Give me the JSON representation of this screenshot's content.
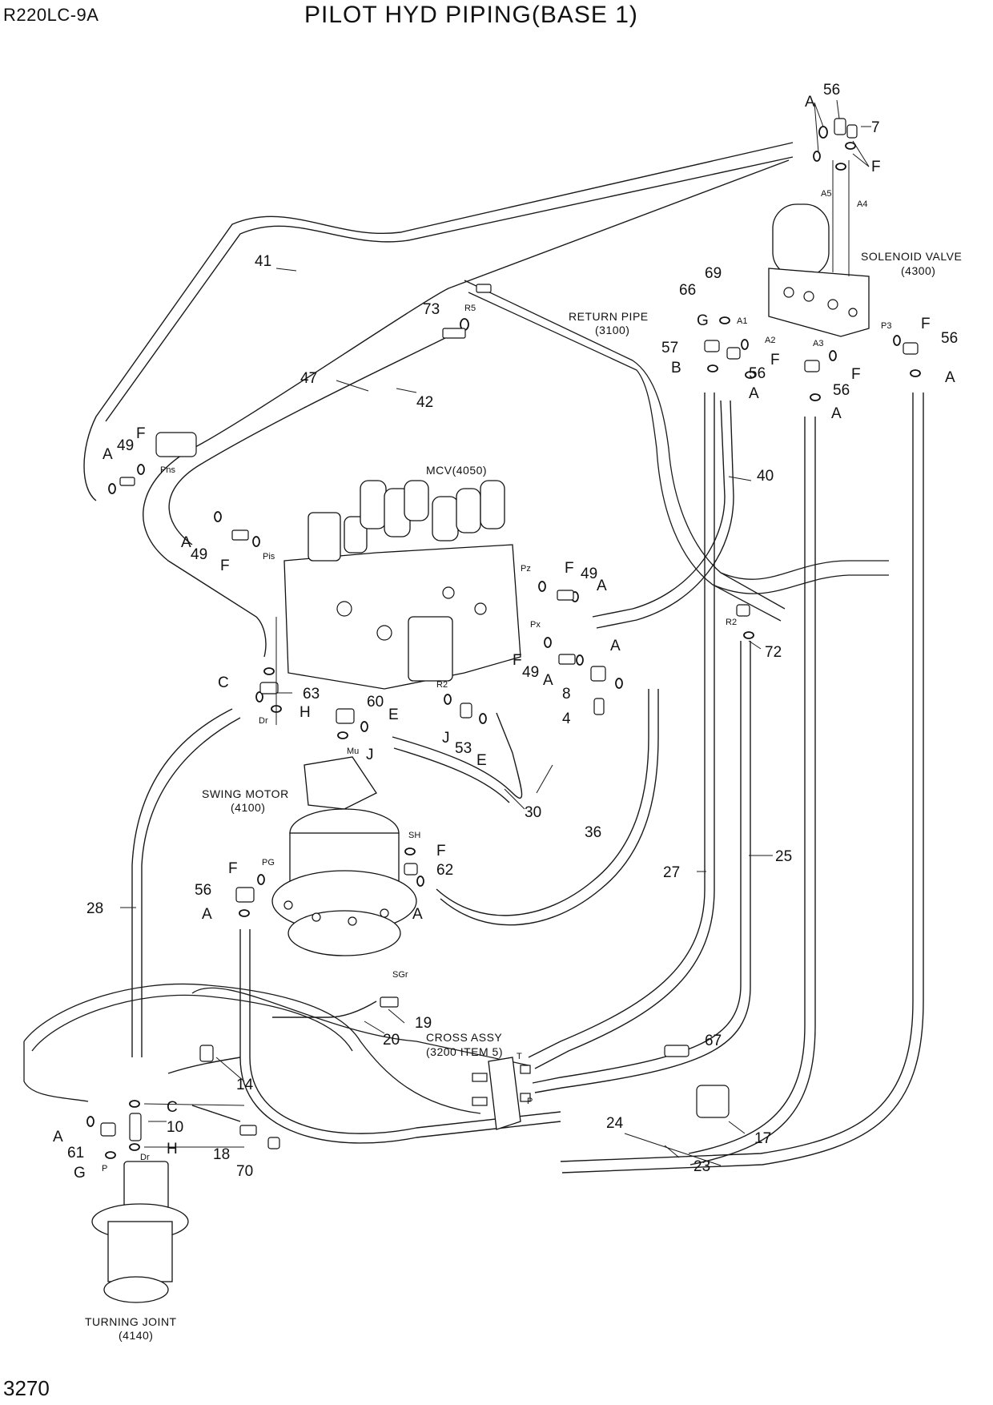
{
  "header": {
    "model": "R220LC-9A",
    "title": "PILOT HYD PIPING(BASE 1)"
  },
  "footer": {
    "page": "3270"
  },
  "components": {
    "solenoid_valve": {
      "name": "SOLENOID VALVE",
      "ref": "(4300)"
    },
    "return_pipe": {
      "name": "RETURN PIPE",
      "ref": "(3100)"
    },
    "mcv": {
      "name": "MCV(4050)"
    },
    "swing_motor": {
      "name": "SWING MOTOR",
      "ref": "(4100)"
    },
    "cross_assy": {
      "name": "CROSS ASSY",
      "ref": "(3200 ITEM 5)"
    },
    "turning_joint": {
      "name": "TURNING JOINT",
      "ref": "(4140)"
    }
  },
  "ports": {
    "a5": "A5",
    "a4": "A4",
    "a1": "A1",
    "a2": "A2",
    "a3": "A3",
    "p3": "P3",
    "r5": "R5",
    "pns": "Pns",
    "pis": "Pis",
    "pz": "Pz",
    "px": "Px",
    "r2_mcv": "R2",
    "dr_mcv": "Dr",
    "mu": "Mu",
    "sh": "SH",
    "pg": "PG",
    "sgr": "SGr",
    "r2_pipe": "R2",
    "t": "T",
    "p_cross": "P",
    "dr_tj": "Dr",
    "p_tj": "P"
  },
  "callouts": {
    "c56_top": "56",
    "c7": "7",
    "cA_top": "A",
    "cF_top": "F",
    "c41": "41",
    "c69": "69",
    "c66": "66",
    "c73": "73",
    "cG_sol": "G",
    "c57": "57",
    "cB": "B",
    "c56_b": "56",
    "cA_b": "A",
    "cF_b": "F",
    "cF_a3": "F",
    "c56_a3": "56",
    "cA_a3": "A",
    "cF_p3": "F",
    "c56_p3": "56",
    "cA_p3": "A",
    "c47": "47",
    "c42": "42",
    "c40": "40",
    "cF_pns": "F",
    "c49_pns": "49",
    "cA_pns": "A",
    "cA_pis": "A",
    "c49_pis": "49",
    "cF_pis": "F",
    "cF_pz": "F",
    "c49_pz": "49",
    "cA_pz": "A",
    "cR2_72": "72",
    "cA_px_top": "A",
    "cF_px": "F",
    "c49_px": "49",
    "cA_px": "A",
    "c8": "8",
    "c4": "4",
    "cC_63": "C",
    "c63": "63",
    "cH_mcv": "H",
    "c60": "60",
    "cE_60": "E",
    "cJ_mcv": "J",
    "c53": "53",
    "cE_53": "E",
    "cJ_mu": "J",
    "c30": "30",
    "c36": "36",
    "cF_sh": "F",
    "c62": "62",
    "cA_62": "A",
    "cF_pg": "F",
    "c56_pg": "56",
    "cA_pg": "A",
    "c28": "28",
    "c27": "27",
    "c25": "25",
    "c19": "19",
    "c20": "20",
    "c14": "14",
    "c67": "67",
    "c24": "24",
    "c17": "17",
    "c23": "23",
    "cC_tj": "C",
    "c10": "10",
    "cH_tj": "H",
    "cA_tj": "A",
    "c61": "61",
    "cG_tj": "G",
    "c18": "18",
    "c70": "70"
  }
}
